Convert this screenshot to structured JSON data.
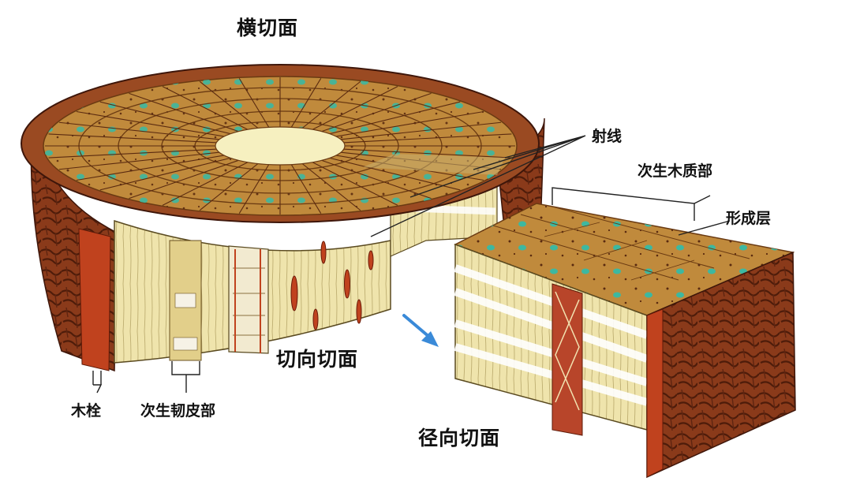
{
  "labels": {
    "transverse": "横切面",
    "tangential": "切向切面",
    "radial": "径向切面",
    "rays": "射线",
    "secondary_xylem": "次生木质部",
    "cambium": "形成层",
    "cork": "木栓",
    "secondary_phloem": "次生韧皮部"
  },
  "colors": {
    "bark": "#8a3a1a",
    "bark_dark": "#4e1c0a",
    "wood_top": "#c08a3c",
    "wood_side": "#efe4ac",
    "pith": "#f6f0c0",
    "vessel": "#3db8a0",
    "ray_line": "#5a2a10",
    "arrow": "#3a8ad8"
  }
}
